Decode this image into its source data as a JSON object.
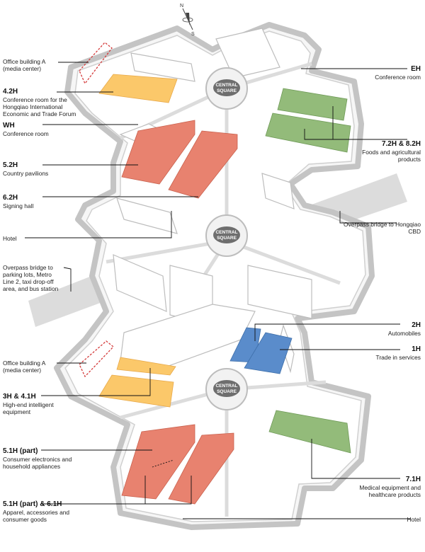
{
  "compass": {
    "north": "N",
    "south": "S"
  },
  "central_square": {
    "line1": "CENTRAL",
    "line2": "SQUARE"
  },
  "labels": {
    "office_a_top": {
      "code": "",
      "desc": "Office building A (media center)"
    },
    "h42": {
      "code": "4.2H",
      "desc": "Conference room for the Hongqiao International Economic and Trade Forum"
    },
    "wh": {
      "code": "WH",
      "desc": "Conference room"
    },
    "h52": {
      "code": "5.2H",
      "desc": "Country pavilions"
    },
    "h62": {
      "code": "6.2H",
      "desc": "Signing hall"
    },
    "hotel_top": {
      "code": "",
      "desc": "Hotel"
    },
    "overpass_left": {
      "code": "",
      "desc": "Overpass bridge to parking lots, Metro Line 2, taxi drop-off area, and bus station"
    },
    "office_a_bottom": {
      "code": "",
      "desc": "Office building A (media center)"
    },
    "h3_41": {
      "code": "3H & 4.1H",
      "desc": "High-end intelligent equipment"
    },
    "h51": {
      "code": "5.1H (part)",
      "desc": "Consumer electronics and household appliances"
    },
    "h51_61": {
      "code": "5.1H (part) & 6.1H",
      "desc": "Apparel, accessories and consumer goods"
    },
    "eh": {
      "code": "EH",
      "desc": "Conference room"
    },
    "h72_82": {
      "code": "7.2H & 8.2H",
      "desc": "Foods and agricultural products"
    },
    "overpass_right": {
      "code": "",
      "desc": "Overpass bridge to Hongqiao CBD"
    },
    "h2": {
      "code": "2H",
      "desc": "Automobiles"
    },
    "h1": {
      "code": "1H",
      "desc": "Trade in services"
    },
    "h71": {
      "code": "7.1H",
      "desc": "Medical equipment and healthcare products"
    },
    "hotel_bottom": {
      "code": "",
      "desc": "Hotel"
    }
  },
  "colors": {
    "red": "#e8826f",
    "yellow": "#fbc86a",
    "green": "#93bb7a",
    "blue": "#5a8ccb",
    "outline": "#c8c8c8",
    "bridge": "#d6d6d6"
  }
}
